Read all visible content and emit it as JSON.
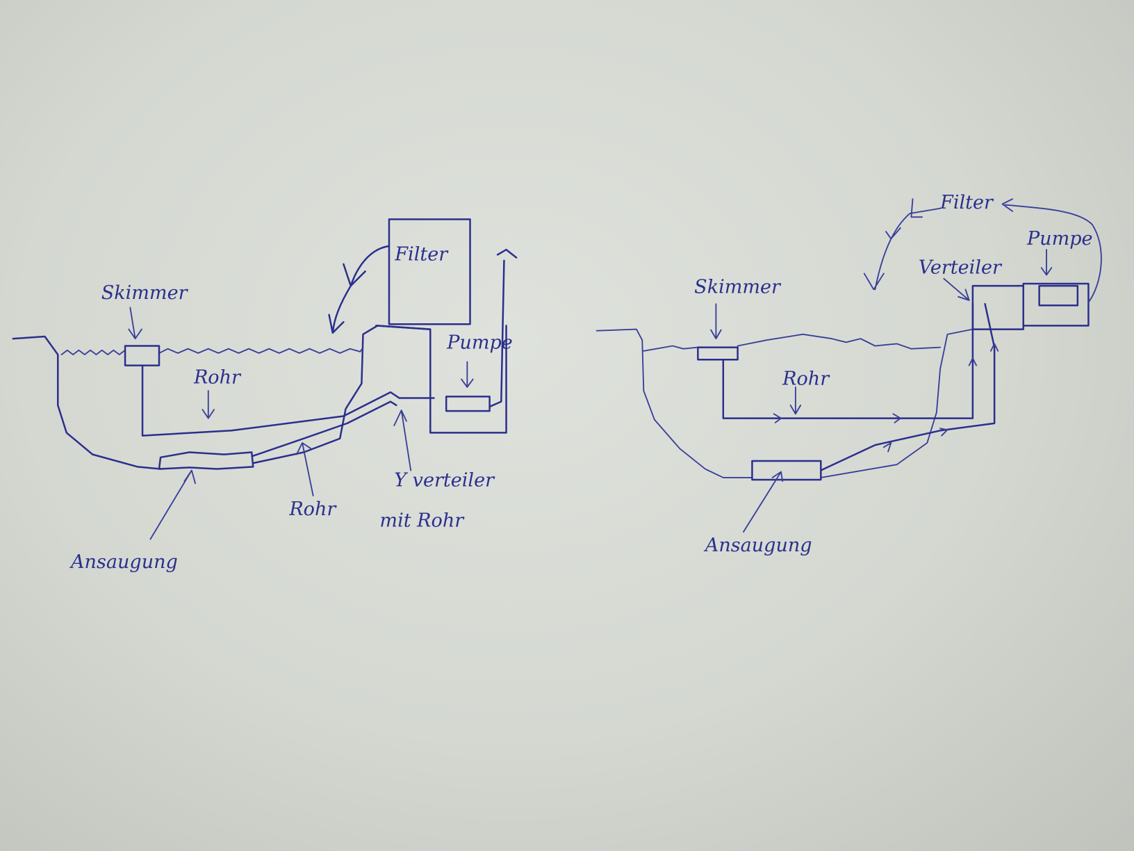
{
  "left_diagram": {
    "labels": {
      "skimmer": "Skimmer",
      "rohr_top": "Rohr",
      "filter": "Filter",
      "pumpe": "Pumpe",
      "ansaugung": "Ansaugung",
      "rohr_bottom": "Rohr",
      "y_verteiler_line1": "Y verteiler",
      "y_verteiler_line2": "mit Rohr"
    }
  },
  "right_diagram": {
    "labels": {
      "skimmer": "Skimmer",
      "rohr": "Rohr",
      "filter": "Filter",
      "pumpe": "Pumpe",
      "verteiler": "Verteiler",
      "ansaugung": "Ansaugung"
    }
  },
  "colors": {
    "ink": "#2b2f8c",
    "paper": "#d6dad3"
  }
}
